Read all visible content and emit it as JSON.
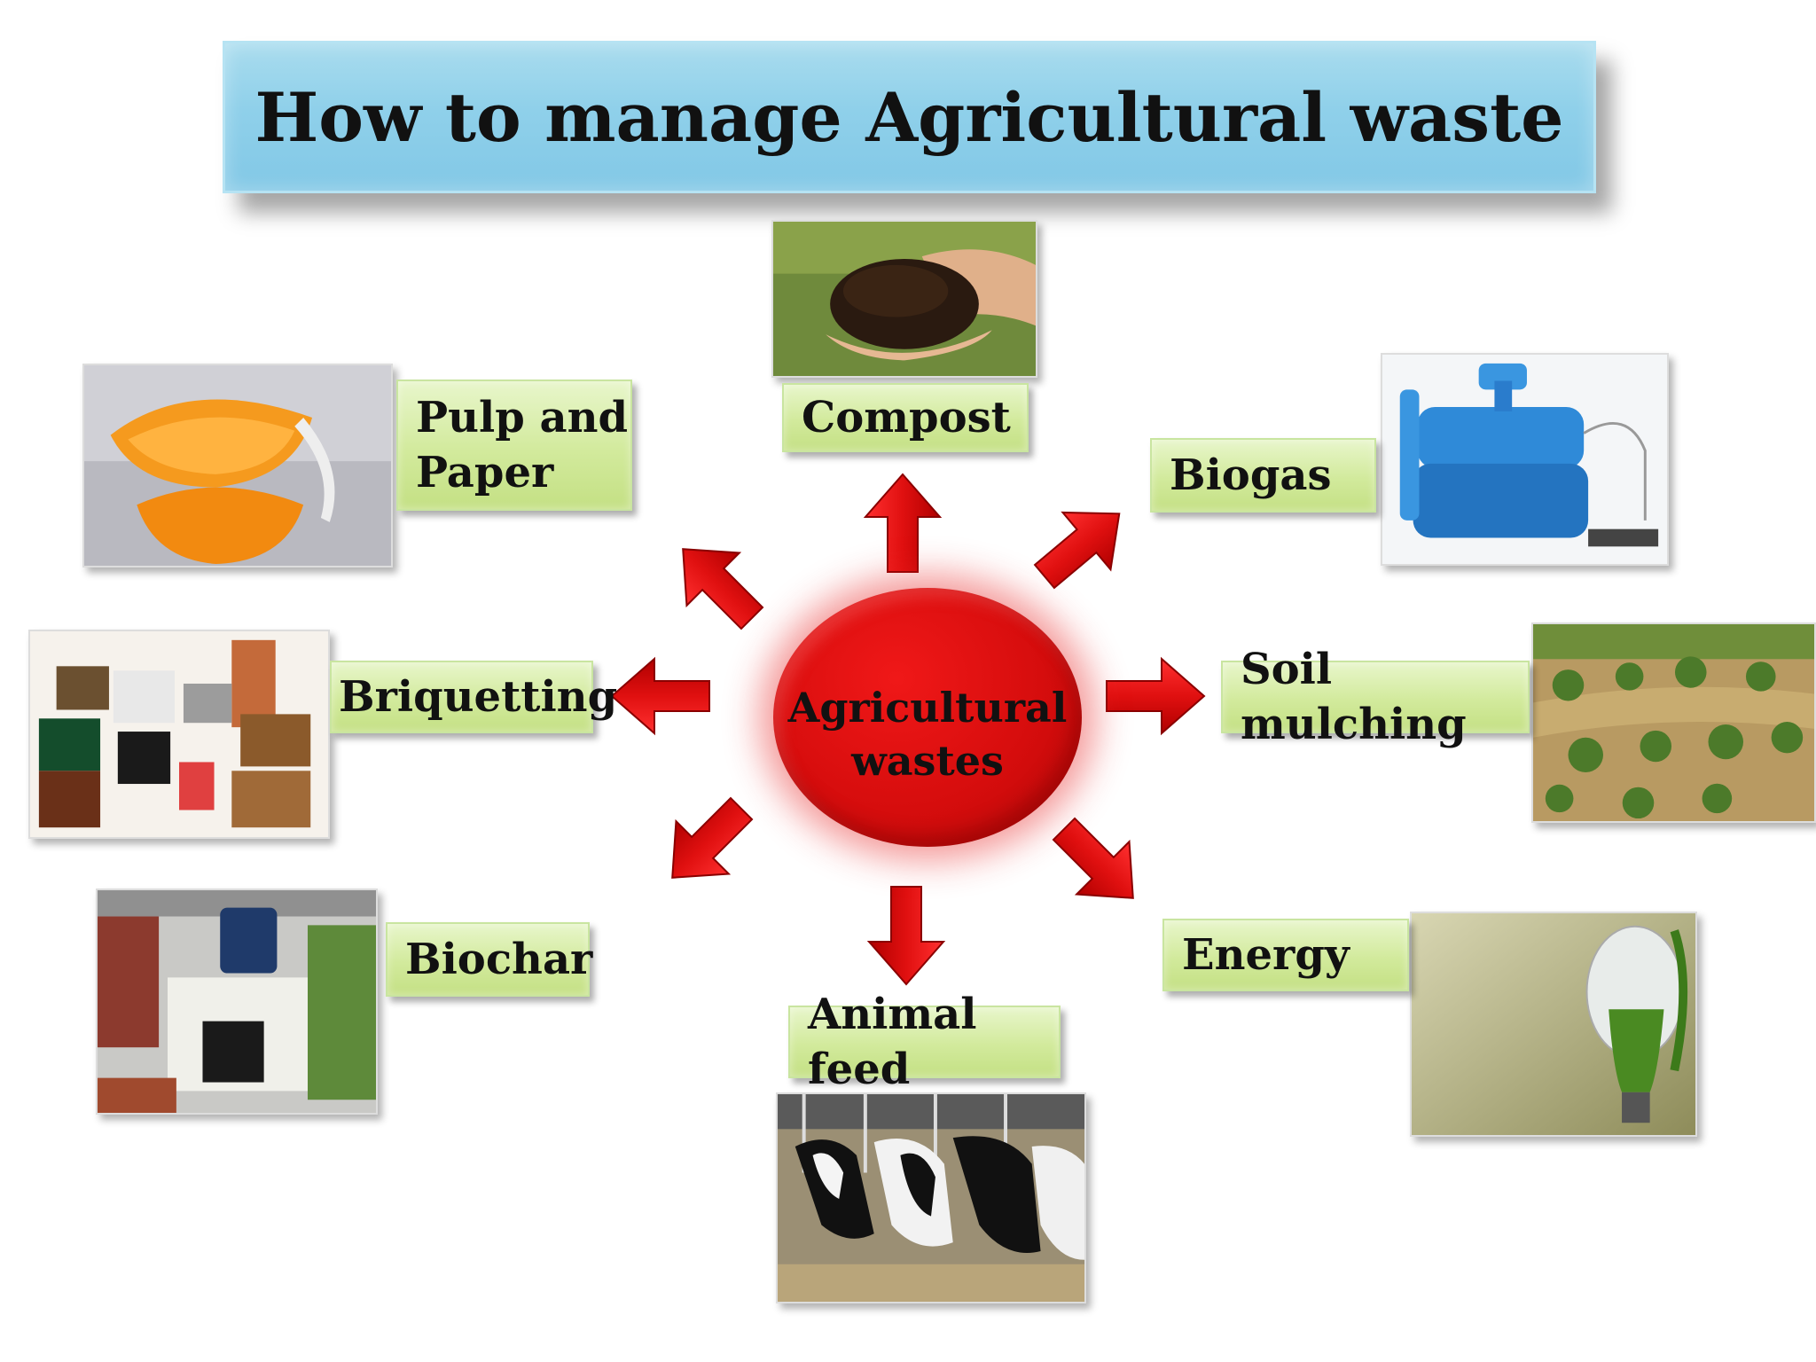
{
  "title": "How to manage Agricultural waste",
  "center": {
    "line1": "Agricultural",
    "line2": "wastes"
  },
  "uses": {
    "compost": "Compost",
    "pulp_paper_line1": "Pulp and",
    "pulp_paper_line2": "Paper",
    "biogas": "Biogas",
    "briquetting": "Briquetting",
    "soil_mulching": "Soil mulching",
    "biochar": "Biochar",
    "energy": "Energy",
    "animal_feed": "Animal feed"
  },
  "colors": {
    "title_box": "#8fd0ea",
    "label_box": "#d2ea9c",
    "arrow": "#e01010",
    "hub": "#d60d0d"
  }
}
